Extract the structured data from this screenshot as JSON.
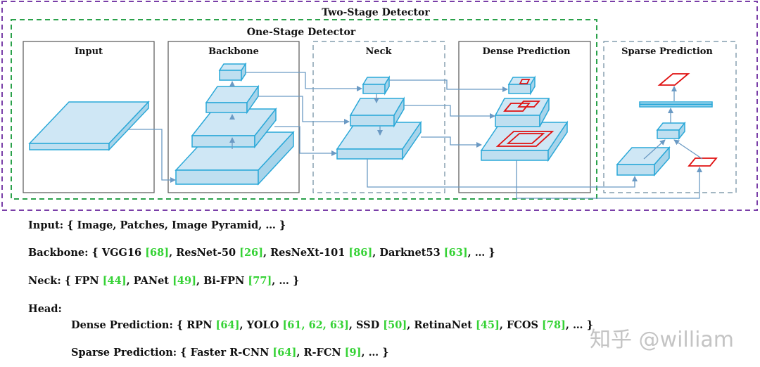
{
  "diagram": {
    "outer_title": "Two-Stage Detector",
    "inner_title": "One-Stage Detector",
    "boxes": {
      "input": "Input",
      "backbone": "Backbone",
      "neck": "Neck",
      "dense": "Dense Prediction",
      "sparse": "Sparse Prediction"
    },
    "colors": {
      "outer_border": "#7a3fa8",
      "inner_border": "#2aa14a",
      "box_border": "#555555",
      "block_fill": "#cfe7f5",
      "block_edge": "#2aa8d8",
      "arrow": "#6b9ac4",
      "prediction_box": "#e01010",
      "reference": "#35d235"
    }
  },
  "lines": {
    "input": {
      "label": "Input:",
      "body": "{ Image, Patches, Image Pyramid, … }"
    },
    "backbone": {
      "label": "Backbone:",
      "open": "{",
      "items": [
        {
          "name": "VGG16",
          "ref": "[68]"
        },
        {
          "name": "ResNet-50",
          "ref": "[26]"
        },
        {
          "name": "ResNeXt-101",
          "ref": "[86]"
        },
        {
          "name": "Darknet53",
          "ref": "[63]"
        }
      ],
      "close": ", … }"
    },
    "neck": {
      "label": "Neck:",
      "open": "{",
      "items": [
        {
          "name": "FPN",
          "ref": "[44]"
        },
        {
          "name": "PANet",
          "ref": "[49]"
        },
        {
          "name": "Bi-FPN",
          "ref": "[77]"
        }
      ],
      "close": ", … }"
    },
    "head": {
      "label": "Head:"
    },
    "dense": {
      "label": "Dense Prediction:",
      "open": "{",
      "items": [
        {
          "name": "RPN",
          "ref": "[64]"
        },
        {
          "name": "YOLO",
          "ref": "[61, 62, 63]"
        },
        {
          "name": "SSD",
          "ref": "[50]"
        },
        {
          "name": "RetinaNet",
          "ref": "[45]"
        },
        {
          "name": "FCOS",
          "ref": "[78]"
        }
      ],
      "close": ", … }"
    },
    "sparse": {
      "label": "Sparse Prediction:",
      "open": "{",
      "items": [
        {
          "name": "Faster R-CNN",
          "ref": "[64]"
        },
        {
          "name": "R-FCN",
          "ref": "[9]"
        }
      ],
      "close": ", … }"
    }
  },
  "watermark": "知乎 @william"
}
